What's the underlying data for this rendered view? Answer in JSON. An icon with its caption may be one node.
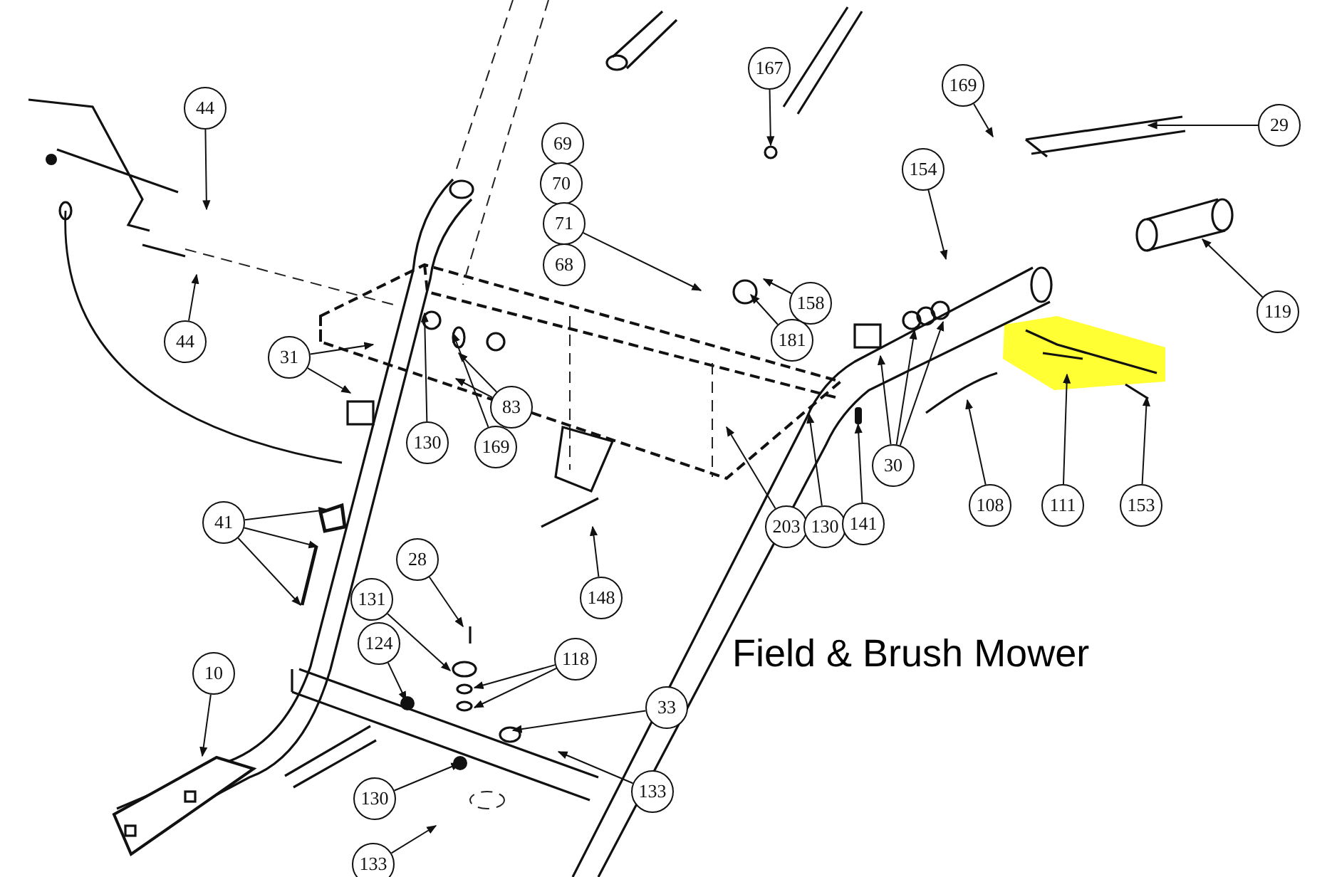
{
  "diagram": {
    "title": "Field & Brush Mower",
    "nodes": [
      {
        "text": [
          "167"
        ]
      },
      {
        "text": [
          "169"
        ]
      },
      {
        "text": [
          "29"
        ]
      },
      {
        "text": [
          "44"
        ]
      },
      {
        "text": [
          "69"
        ]
      },
      {
        "text": [
          "154"
        ]
      },
      {
        "text": [
          "70"
        ]
      },
      {
        "text": [
          "71"
        ]
      },
      {
        "text": [
          "68"
        ]
      },
      {
        "text": [
          "119"
        ]
      },
      {
        "text": [
          "158"
        ]
      },
      {
        "text": [
          "181"
        ]
      },
      {
        "text": [
          "44"
        ]
      },
      {
        "text": [
          "31"
        ]
      },
      {
        "text": [
          "83"
        ]
      },
      {
        "text": [
          "30"
        ]
      },
      {
        "text": [
          "130"
        ]
      },
      {
        "text": [
          "169"
        ]
      },
      {
        "text": [
          "108"
        ]
      },
      {
        "text": [
          "111"
        ]
      },
      {
        "text": [
          "153"
        ]
      },
      {
        "text": [
          "203"
        ]
      },
      {
        "text": [
          "130"
        ]
      },
      {
        "text": [
          "141"
        ]
      },
      {
        "text": [
          "41"
        ]
      },
      {
        "text": [
          "148"
        ]
      },
      {
        "text": [
          "28"
        ]
      },
      {
        "text": [
          "131"
        ]
      },
      {
        "text": [
          "124"
        ]
      },
      {
        "text": [
          "118"
        ]
      },
      {
        "text": [
          "33"
        ]
      },
      {
        "text": [
          "10"
        ]
      },
      {
        "text": [
          "130"
        ]
      },
      {
        "text": [
          "133"
        ]
      },
      {
        "text": [
          "133"
        ]
      },
      {
        "text": [],
        "shape": "bar"
      }
    ],
    "edges": [
      {
        "from": 0,
        "to": null,
        "arrow": "to"
      },
      {
        "from": 1,
        "to": null,
        "arrow": "to"
      },
      {
        "from": 2,
        "to": null,
        "arrow": "to"
      },
      {
        "from": 3,
        "to": null,
        "arrow": "to"
      },
      {
        "from": 7,
        "to": null,
        "arrow": "to"
      },
      {
        "from": 5,
        "to": null,
        "arrow": "to"
      },
      {
        "from": 9,
        "to": null,
        "arrow": "to"
      },
      {
        "from": 10,
        "to": null,
        "arrow": "to"
      },
      {
        "from": 11,
        "to": null,
        "arrow": "to"
      },
      {
        "from": 12,
        "to": null,
        "arrow": "to"
      },
      {
        "from": 13,
        "to": null,
        "arrow": "to"
      },
      {
        "from": 13,
        "to": null,
        "arrow": "to"
      },
      {
        "from": 14,
        "to": null,
        "arrow": "to"
      },
      {
        "from": 14,
        "to": null,
        "arrow": "to"
      },
      {
        "from": 16,
        "to": null,
        "arrow": "to"
      },
      {
        "from": 17,
        "to": null,
        "arrow": "to"
      },
      {
        "from": 15,
        "to": null,
        "arrow": "to"
      },
      {
        "from": 15,
        "to": null,
        "arrow": "to"
      },
      {
        "from": 15,
        "to": null,
        "arrow": "to"
      },
      {
        "from": 18,
        "to": null,
        "arrow": "to"
      },
      {
        "from": 19,
        "to": null,
        "arrow": "to"
      },
      {
        "from": 20,
        "to": null,
        "arrow": "to"
      },
      {
        "from": 21,
        "to": null,
        "arrow": "to"
      },
      {
        "from": 22,
        "to": null,
        "arrow": "to"
      },
      {
        "from": 23,
        "to": 35,
        "arrow": "to"
      },
      {
        "from": 24,
        "to": null,
        "arrow": "to"
      },
      {
        "from": 24,
        "to": null,
        "arrow": "to"
      },
      {
        "from": 24,
        "to": null,
        "arrow": "to"
      },
      {
        "from": 25,
        "to": null,
        "arrow": "to"
      },
      {
        "from": 26,
        "to": null,
        "arrow": "to"
      },
      {
        "from": 27,
        "to": null,
        "arrow": "to"
      },
      {
        "from": 28,
        "to": null,
        "arrow": "to"
      },
      {
        "from": 29,
        "to": null,
        "arrow": "to"
      },
      {
        "from": 29,
        "to": null,
        "arrow": "to"
      },
      {
        "from": 30,
        "to": null,
        "arrow": "to"
      },
      {
        "from": 31,
        "to": null,
        "arrow": "to"
      },
      {
        "from": 32,
        "to": null,
        "arrow": "to"
      },
      {
        "from": 33,
        "to": null,
        "arrow": "to"
      },
      {
        "from": 34,
        "to": null,
        "arrow": "to"
      }
    ]
  }
}
